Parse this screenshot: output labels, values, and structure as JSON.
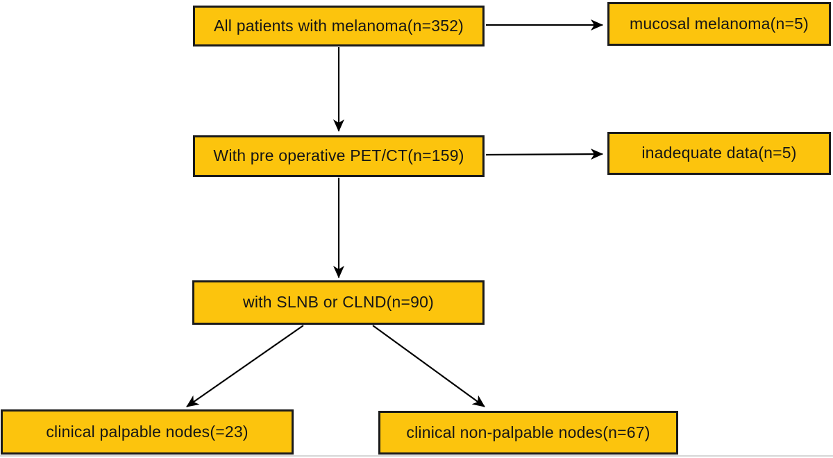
{
  "diagram": {
    "type": "flowchart",
    "colors": {
      "page_bg": "#ffffff",
      "box_fill": "#fcc40d",
      "box_border": "#1a1a1a",
      "arrow": "#000000",
      "text": "#161616"
    },
    "nodes": [
      {
        "id": "all-patients",
        "label": "All patients with melanoma(n=352)"
      },
      {
        "id": "mucosal-melanoma",
        "label": "mucosal melanoma(n=5)"
      },
      {
        "id": "preop-petct",
        "label": "With pre operative PET/CT(n=159)"
      },
      {
        "id": "inadequate-data",
        "label": "inadequate data(n=5)"
      },
      {
        "id": "slnb-clnd",
        "label": "with SLNB or CLND(n=90)"
      },
      {
        "id": "palpable-nodes",
        "label": "clinical palpable nodes(=23)"
      },
      {
        "id": "non-palpable-nodes",
        "label": "clinical non-palpable nodes(n=67)"
      }
    ],
    "edges": [
      {
        "from": "all-patients",
        "to": "mucosal-melanoma"
      },
      {
        "from": "all-patients",
        "to": "preop-petct"
      },
      {
        "from": "preop-petct",
        "to": "inadequate-data"
      },
      {
        "from": "preop-petct",
        "to": "slnb-clnd"
      },
      {
        "from": "slnb-clnd",
        "to": "palpable-nodes"
      },
      {
        "from": "slnb-clnd",
        "to": "non-palpable-nodes"
      }
    ]
  }
}
